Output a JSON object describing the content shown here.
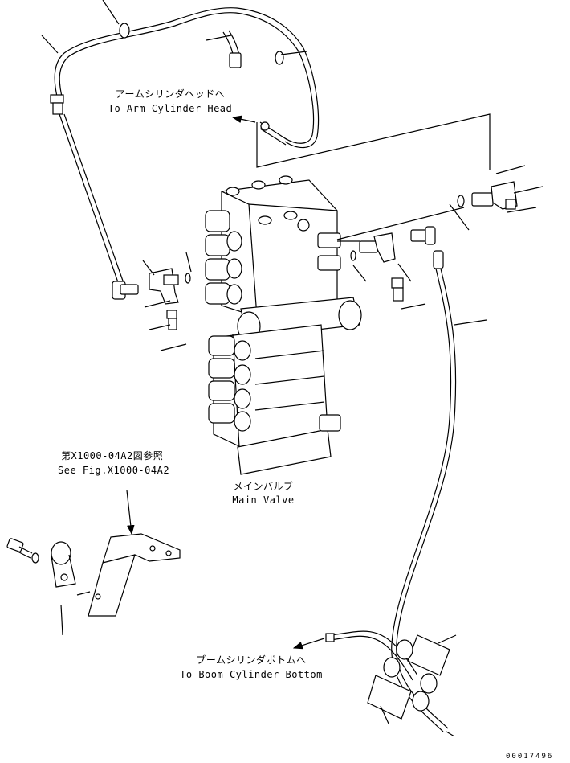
{
  "labels": {
    "arm_head_jp": "アームシリンダヘッドへ",
    "arm_head_en": "To Arm Cylinder Head",
    "see_fig_jp": "第X1000-04A2図参照",
    "see_fig_en": "See Fig.X1000-04A2",
    "main_valve_jp": "メインバルブ",
    "main_valve_en": "Main Valve",
    "boom_bottom_jp": "ブームシリンダボトムへ",
    "boom_bottom_en": "To Boom Cylinder Bottom"
  },
  "drawing_code": "00017496"
}
